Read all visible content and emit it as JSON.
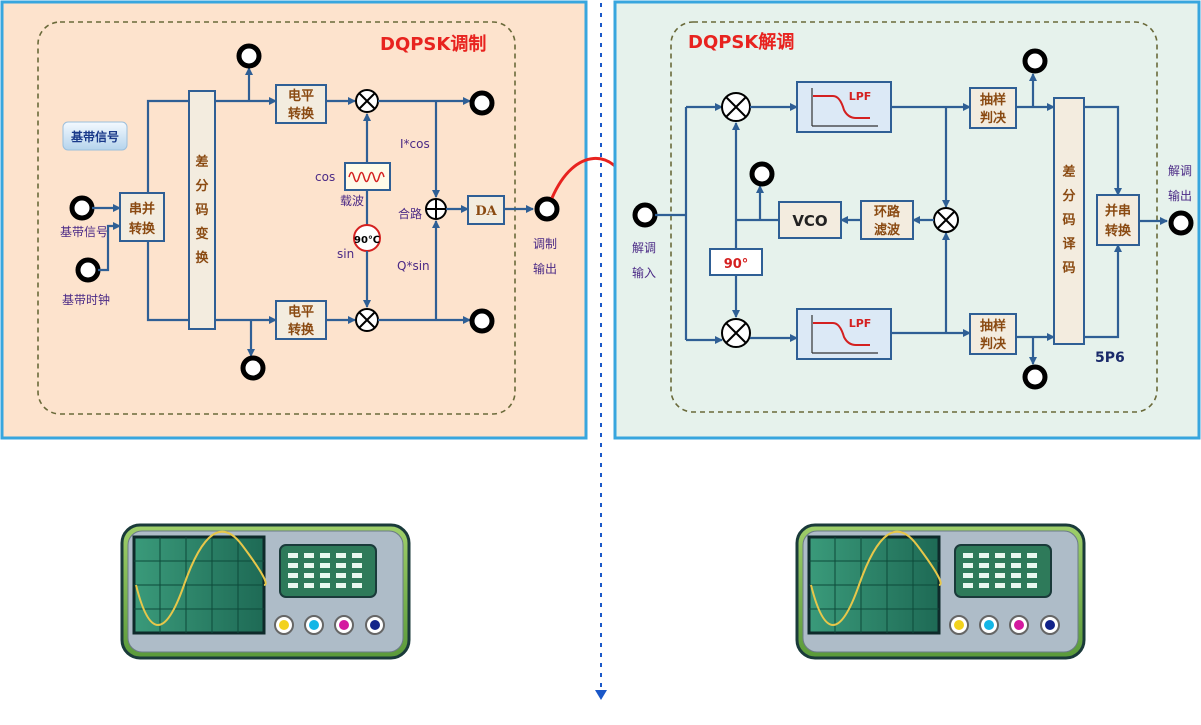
{
  "modulator": {
    "title": "DQPSK调制",
    "baseband_button": "基带信号",
    "in_signal_label": "基带信号",
    "in_clock_label": "基带时钟",
    "serial_parallel": [
      "串并",
      "转换"
    ],
    "diff_encode": [
      "差",
      "分",
      "码",
      "变",
      "换"
    ],
    "level_conv_top": [
      "电平",
      "转换"
    ],
    "level_conv_bottom": [
      "电平",
      "转换"
    ],
    "cos_label": "cos",
    "carrier_label": "载波",
    "phase_label": "90℃",
    "sin_label": "sin",
    "i_label": "I*cos",
    "q_label": "Q*sin",
    "combine_label": "合路",
    "da_label": "DA",
    "output_label": [
      "调制",
      "输出"
    ]
  },
  "demodulator": {
    "title": "DQPSK解调",
    "input_label": [
      "解调",
      "输入"
    ],
    "lpf_top": "LPF",
    "lpf_bottom": "LPF",
    "vco_label": "VCO",
    "loop_filter": [
      "环路",
      "滤波"
    ],
    "phase_label": "90°",
    "sample_top": [
      "抽样",
      "判决"
    ],
    "sample_bottom": [
      "抽样",
      "判决"
    ],
    "diff_decode": [
      "差",
      "分",
      "码",
      "译",
      "码"
    ],
    "parallel_serial": [
      "并串",
      "转换"
    ],
    "output_label": [
      "解调",
      "输出"
    ],
    "part_id": "5P6"
  },
  "colors": {
    "mod_panel_bg": "#fde3cd",
    "demod_panel_bg": "#e6f2ec",
    "panel_border": "#38a6de",
    "title": "#e8231f",
    "block_text": "#8a4a12",
    "wire": "#2f5f95"
  },
  "icons": [
    "oscilloscope-left-icon",
    "oscilloscope-right-icon",
    "mixer-icon",
    "adder-icon",
    "lpf-response-icon",
    "sine-carrier-icon"
  ]
}
